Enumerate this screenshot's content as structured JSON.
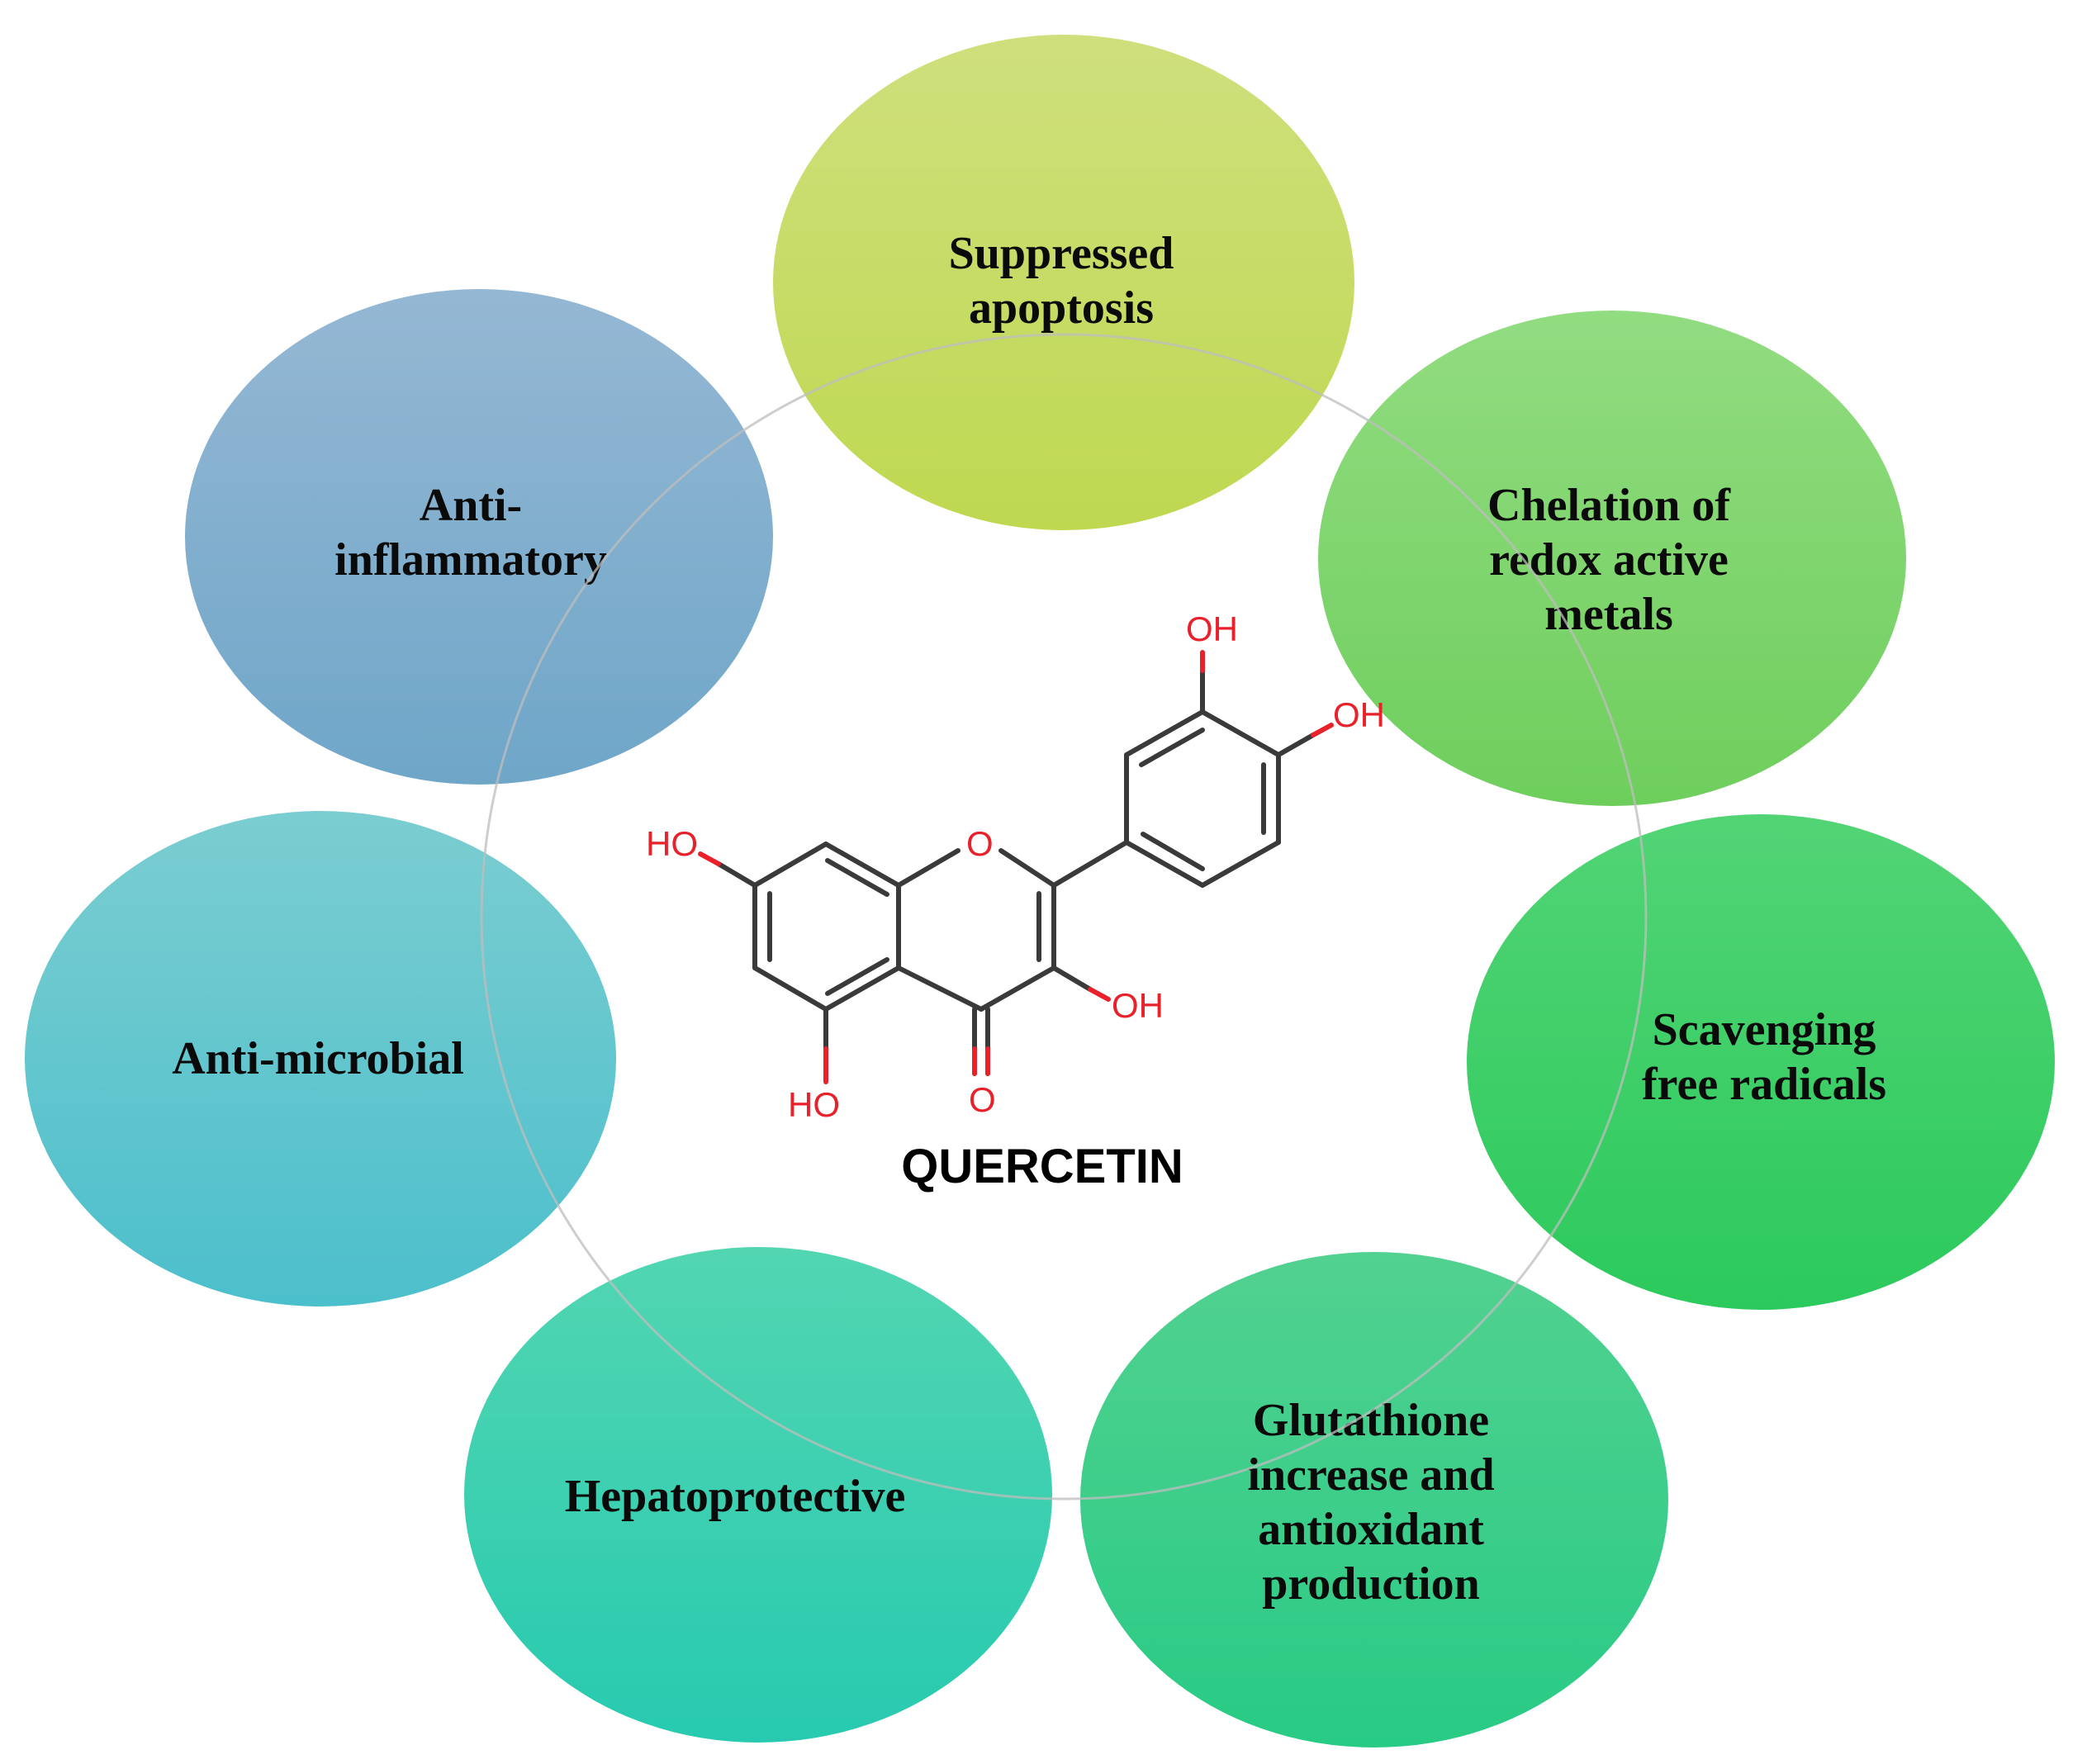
{
  "center": {
    "title": "QUERCETIN"
  },
  "molecule": {
    "atoms": {
      "ho_top_left": "HO",
      "ring_oxygen": "O",
      "carbonyl_oxygen": "O",
      "ho_bottom": "HO",
      "oh_position_3": "OH",
      "oh_top": "OH",
      "oh_right": "OH"
    },
    "colors": {
      "bond": "#3a3a3a",
      "heteroatom": "#e8212b"
    }
  },
  "effects": [
    {
      "id": "suppressed-apoptosis",
      "lines": [
        "Suppressed",
        "apoptosis"
      ],
      "color_top": "#c9dc6e",
      "color_bottom": "#b7d43d"
    },
    {
      "id": "chelation",
      "lines": [
        "Chelation of",
        "redox active",
        "metals"
      ],
      "color_top": "#86d873",
      "color_bottom": "#5ec94a"
    },
    {
      "id": "scavenging",
      "lines": [
        "Scavenging",
        "free radicals"
      ],
      "color_top": "#3fcf66",
      "color_bottom": "#14c44a"
    },
    {
      "id": "glutathione",
      "lines": [
        "Glutathione",
        "increase and",
        "antioxidant",
        "production"
      ],
      "color_top": "#3fcc84",
      "color_bottom": "#10c577"
    },
    {
      "id": "hepatoprotective",
      "lines": [
        "Hepatoprotective"
      ],
      "color_top": "#3fd1a9",
      "color_bottom": "#0fc4a7"
    },
    {
      "id": "anti-microbial",
      "lines": [
        "Anti-microbial"
      ],
      "color_top": "#6cc8cb",
      "color_bottom": "#38b8c6"
    },
    {
      "id": "anti-inflammatory",
      "lines": [
        "Anti-",
        "inflammatory"
      ],
      "color_top": "#89b0cf",
      "color_bottom": "#5f9cc2"
    }
  ]
}
